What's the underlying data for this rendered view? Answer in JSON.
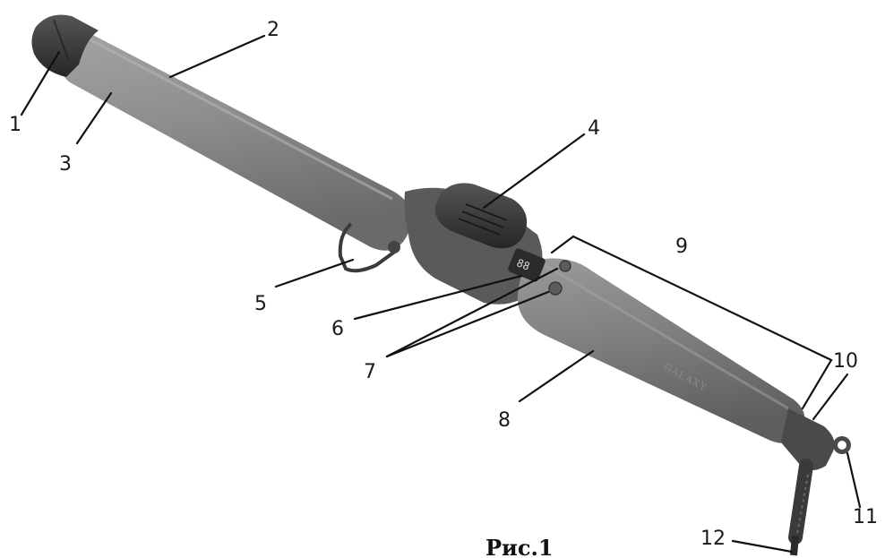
{
  "figure": {
    "caption": "Рис.1",
    "brand_text": "GALAXY",
    "display_text": "88"
  },
  "callouts": [
    {
      "number": "1"
    },
    {
      "number": "2"
    },
    {
      "number": "3"
    },
    {
      "number": "4"
    },
    {
      "number": "5"
    },
    {
      "number": "6"
    },
    {
      "number": "7"
    },
    {
      "number": "8"
    },
    {
      "number": "9"
    },
    {
      "number": "10"
    },
    {
      "number": "11"
    },
    {
      "number": "12"
    }
  ],
  "colors": {
    "barrel": "#8c8c8c",
    "tip": "#2e2e2e",
    "handle": "#7a7a7a",
    "clamp": "#3a3a3a",
    "line": "#111111"
  }
}
